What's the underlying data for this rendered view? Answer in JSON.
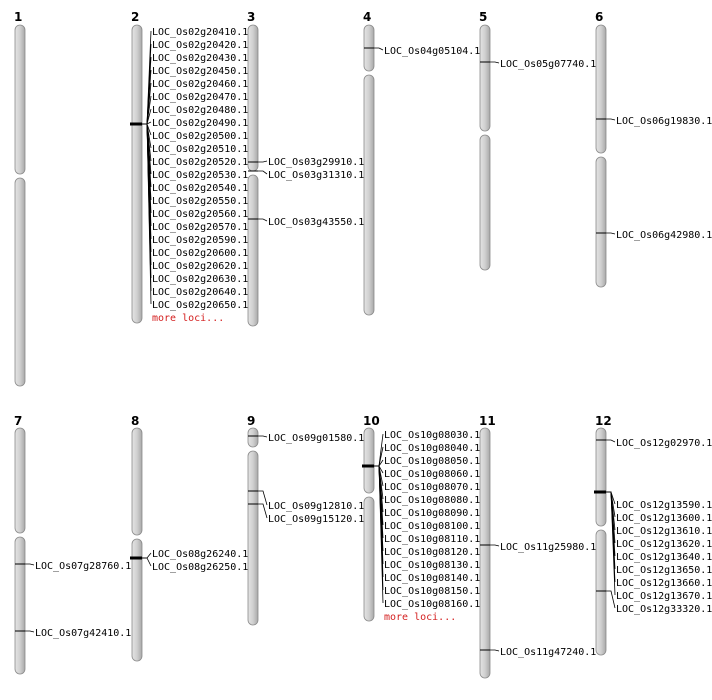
{
  "colors": {
    "chromosome_fill": "#d0d0d0",
    "chromosome_edge": "#8a8a8a",
    "line": "#000000",
    "more_loci": "#d42020"
  },
  "more_loci_label": "more loci...",
  "chromosomes": [
    {
      "number": "1",
      "loci": []
    },
    {
      "number": "2",
      "loci": [
        "LOC_Os02g20410.1",
        "LOC_Os02g20420.1",
        "LOC_Os02g20430.1",
        "LOC_Os02g20450.1",
        "LOC_Os02g20460.1",
        "LOC_Os02g20470.1",
        "LOC_Os02g20480.1",
        "LOC_Os02g20490.1",
        "LOC_Os02g20500.1",
        "LOC_Os02g20510.1",
        "LOC_Os02g20520.1",
        "LOC_Os02g20530.1",
        "LOC_Os02g20540.1",
        "LOC_Os02g20550.1",
        "LOC_Os02g20560.1",
        "LOC_Os02g20570.1",
        "LOC_Os02g20590.1",
        "LOC_Os02g20600.1",
        "LOC_Os02g20620.1",
        "LOC_Os02g20630.1",
        "LOC_Os02g20640.1",
        "LOC_Os02g20650.1"
      ],
      "more": true
    },
    {
      "number": "3",
      "loci": [
        "LOC_Os03g29910.1",
        "LOC_Os03g31310.1",
        "LOC_Os03g43550.1"
      ]
    },
    {
      "number": "4",
      "loci": [
        "LOC_Os04g05104.1"
      ]
    },
    {
      "number": "5",
      "loci": [
        "LOC_Os05g07740.1"
      ]
    },
    {
      "number": "6",
      "loci": [
        "LOC_Os06g19830.1",
        "LOC_Os06g42980.1"
      ]
    },
    {
      "number": "7",
      "loci": [
        "LOC_Os07g28760.1",
        "LOC_Os07g42410.1"
      ]
    },
    {
      "number": "8",
      "loci": [
        "LOC_Os08g26240.1",
        "LOC_Os08g26250.1"
      ]
    },
    {
      "number": "9",
      "loci": [
        "LOC_Os09g01580.1",
        "LOC_Os09g12810.1",
        "LOC_Os09g15120.1"
      ]
    },
    {
      "number": "10",
      "loci": [
        "LOC_Os10g08030.1",
        "LOC_Os10g08040.1",
        "LOC_Os10g08050.1",
        "LOC_Os10g08060.1",
        "LOC_Os10g08070.1",
        "LOC_Os10g08080.1",
        "LOC_Os10g08090.1",
        "LOC_Os10g08100.1",
        "LOC_Os10g08110.1",
        "LOC_Os10g08120.1",
        "LOC_Os10g08130.1",
        "LOC_Os10g08140.1",
        "LOC_Os10g08150.1",
        "LOC_Os10g08160.1"
      ],
      "more": true
    },
    {
      "number": "11",
      "loci": [
        "LOC_Os11g25980.1",
        "LOC_Os11g47240.1"
      ]
    },
    {
      "number": "12",
      "loci": [
        "LOC_Os12g02970.1",
        "LOC_Os12g13590.1",
        "LOC_Os12g13600.1",
        "LOC_Os12g13610.1",
        "LOC_Os12g13620.1",
        "LOC_Os12g13640.1",
        "LOC_Os12g13650.1",
        "LOC_Os12g13660.1",
        "LOC_Os12g13670.1",
        "LOC_Os12g33320.1"
      ]
    }
  ]
}
